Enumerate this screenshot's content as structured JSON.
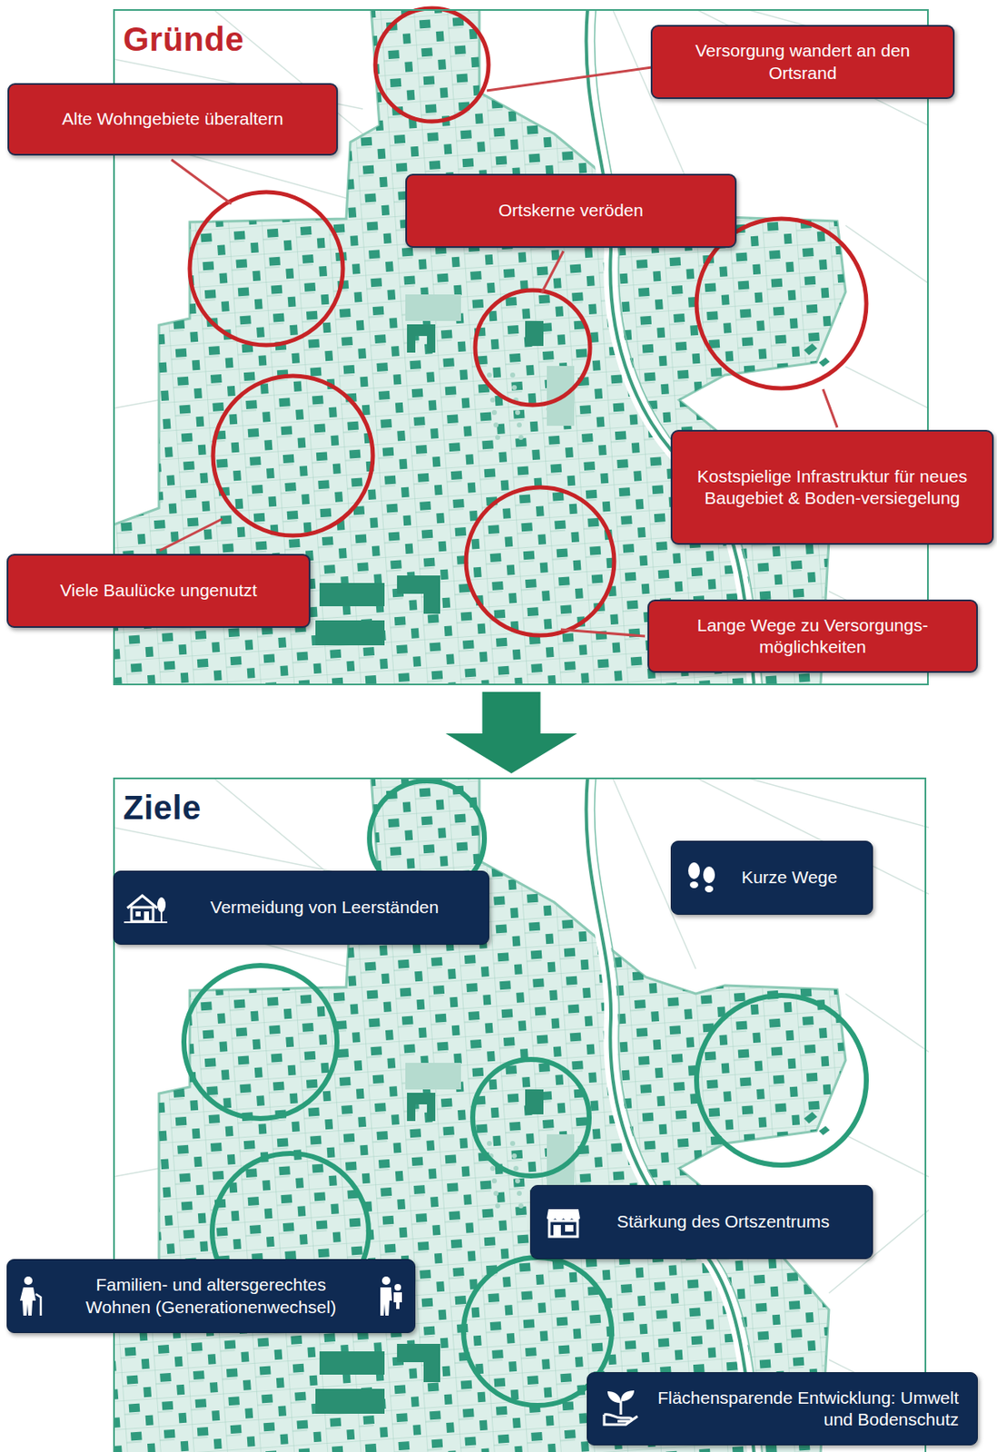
{
  "diagram": {
    "nodes": [
      {
        "text": [
          "Gründe"
        ]
      },
      {
        "text": [
          "Versorgung wandert an den Ortsrand"
        ],
        "in": 0
      },
      {
        "text": [
          "Alte Wohngebiete überaltern"
        ],
        "in": 0
      },
      {
        "text": [
          "Ortskerne veröden"
        ],
        "in": 0
      },
      {
        "text": [
          "Kostspielige Infrastruktur für neues Baugebiet & Boden-versiegelung"
        ],
        "in": 0
      },
      {
        "text": [
          "Viele Baulücke ungenutzt"
        ],
        "in": 0
      },
      {
        "text": [
          "Lange Wege zu Versorgungs-möglichkeiten"
        ],
        "in": 0
      },
      {
        "text": [
          "Ziele"
        ]
      },
      {
        "text": [
          "Kurze Wege"
        ],
        "in": 7
      },
      {
        "text": [
          "Vermeidung von Leerständen"
        ],
        "in": 7
      },
      {
        "text": [
          "Stärkung des Ortszentrums"
        ],
        "in": 7
      },
      {
        "text": [
          "Familien- und altersgerechtes Wohnen (Generationenwechsel)"
        ],
        "in": 7
      },
      {
        "text": [
          "Flächensparende Entwicklung: Umwelt und Bodenschutz"
        ],
        "in": 7
      }
    ],
    "edges": [
      {
        "from": 0,
        "to": 7,
        "arrow": "to"
      }
    ]
  }
}
